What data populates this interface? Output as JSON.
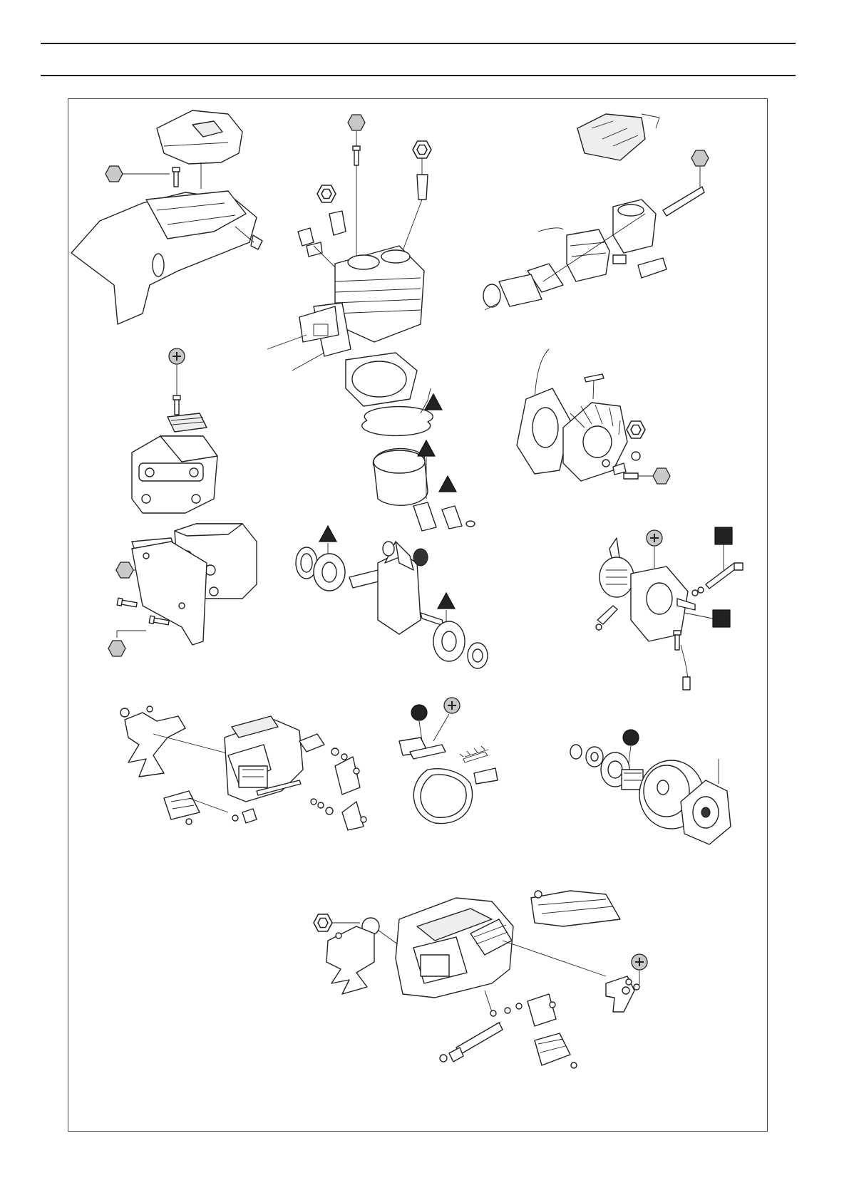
{
  "page": {
    "kind": "exploded-parts-diagram-sheet",
    "printed_text": []
  },
  "symbols": {
    "hexagon": "hex-symbol",
    "hexagon_outline": "hex-nut-symbol",
    "phillips": "phillips-screw-symbol",
    "triangle": "warning-triangle-symbol",
    "square": "square-symbol",
    "circle": "filled-circle-symbol"
  },
  "colors": {
    "line": "#222222",
    "symbol_fill": "#c8c8c8",
    "symbol_dark": "#222222",
    "background": "#ffffff"
  },
  "groups": [
    {
      "id": "top-cover",
      "icons": [
        "hex-symbol"
      ]
    },
    {
      "id": "cylinder",
      "icons": [
        "hex-symbol",
        "hex-nut-symbol",
        "hex-nut-symbol",
        "warning-triangle-symbol",
        "warning-triangle-symbol",
        "warning-triangle-symbol"
      ]
    },
    {
      "id": "carburetor",
      "icons": [
        "hex-symbol"
      ]
    },
    {
      "id": "muffler-cover",
      "icons": [
        "phillips-screw-symbol"
      ]
    },
    {
      "id": "flywheel",
      "icons": [
        "hex-nut-symbol",
        "hex-symbol"
      ]
    },
    {
      "id": "muffler-bracket",
      "icons": [
        "hex-symbol",
        "hex-symbol"
      ]
    },
    {
      "id": "crankshaft",
      "icons": [
        "warning-triangle-symbol",
        "warning-triangle-symbol"
      ]
    },
    {
      "id": "oil-pump",
      "icons": [
        "phillips-screw-symbol",
        "square-symbol",
        "square-symbol"
      ]
    },
    {
      "id": "chain-brake",
      "icons": []
    },
    {
      "id": "brake-band",
      "icons": [
        "filled-circle-symbol",
        "phillips-screw-symbol"
      ]
    },
    {
      "id": "clutch",
      "icons": [
        "filled-circle-symbol"
      ]
    },
    {
      "id": "clutch-cover",
      "icons": [
        "hex-nut-symbol",
        "phillips-screw-symbol"
      ]
    }
  ]
}
